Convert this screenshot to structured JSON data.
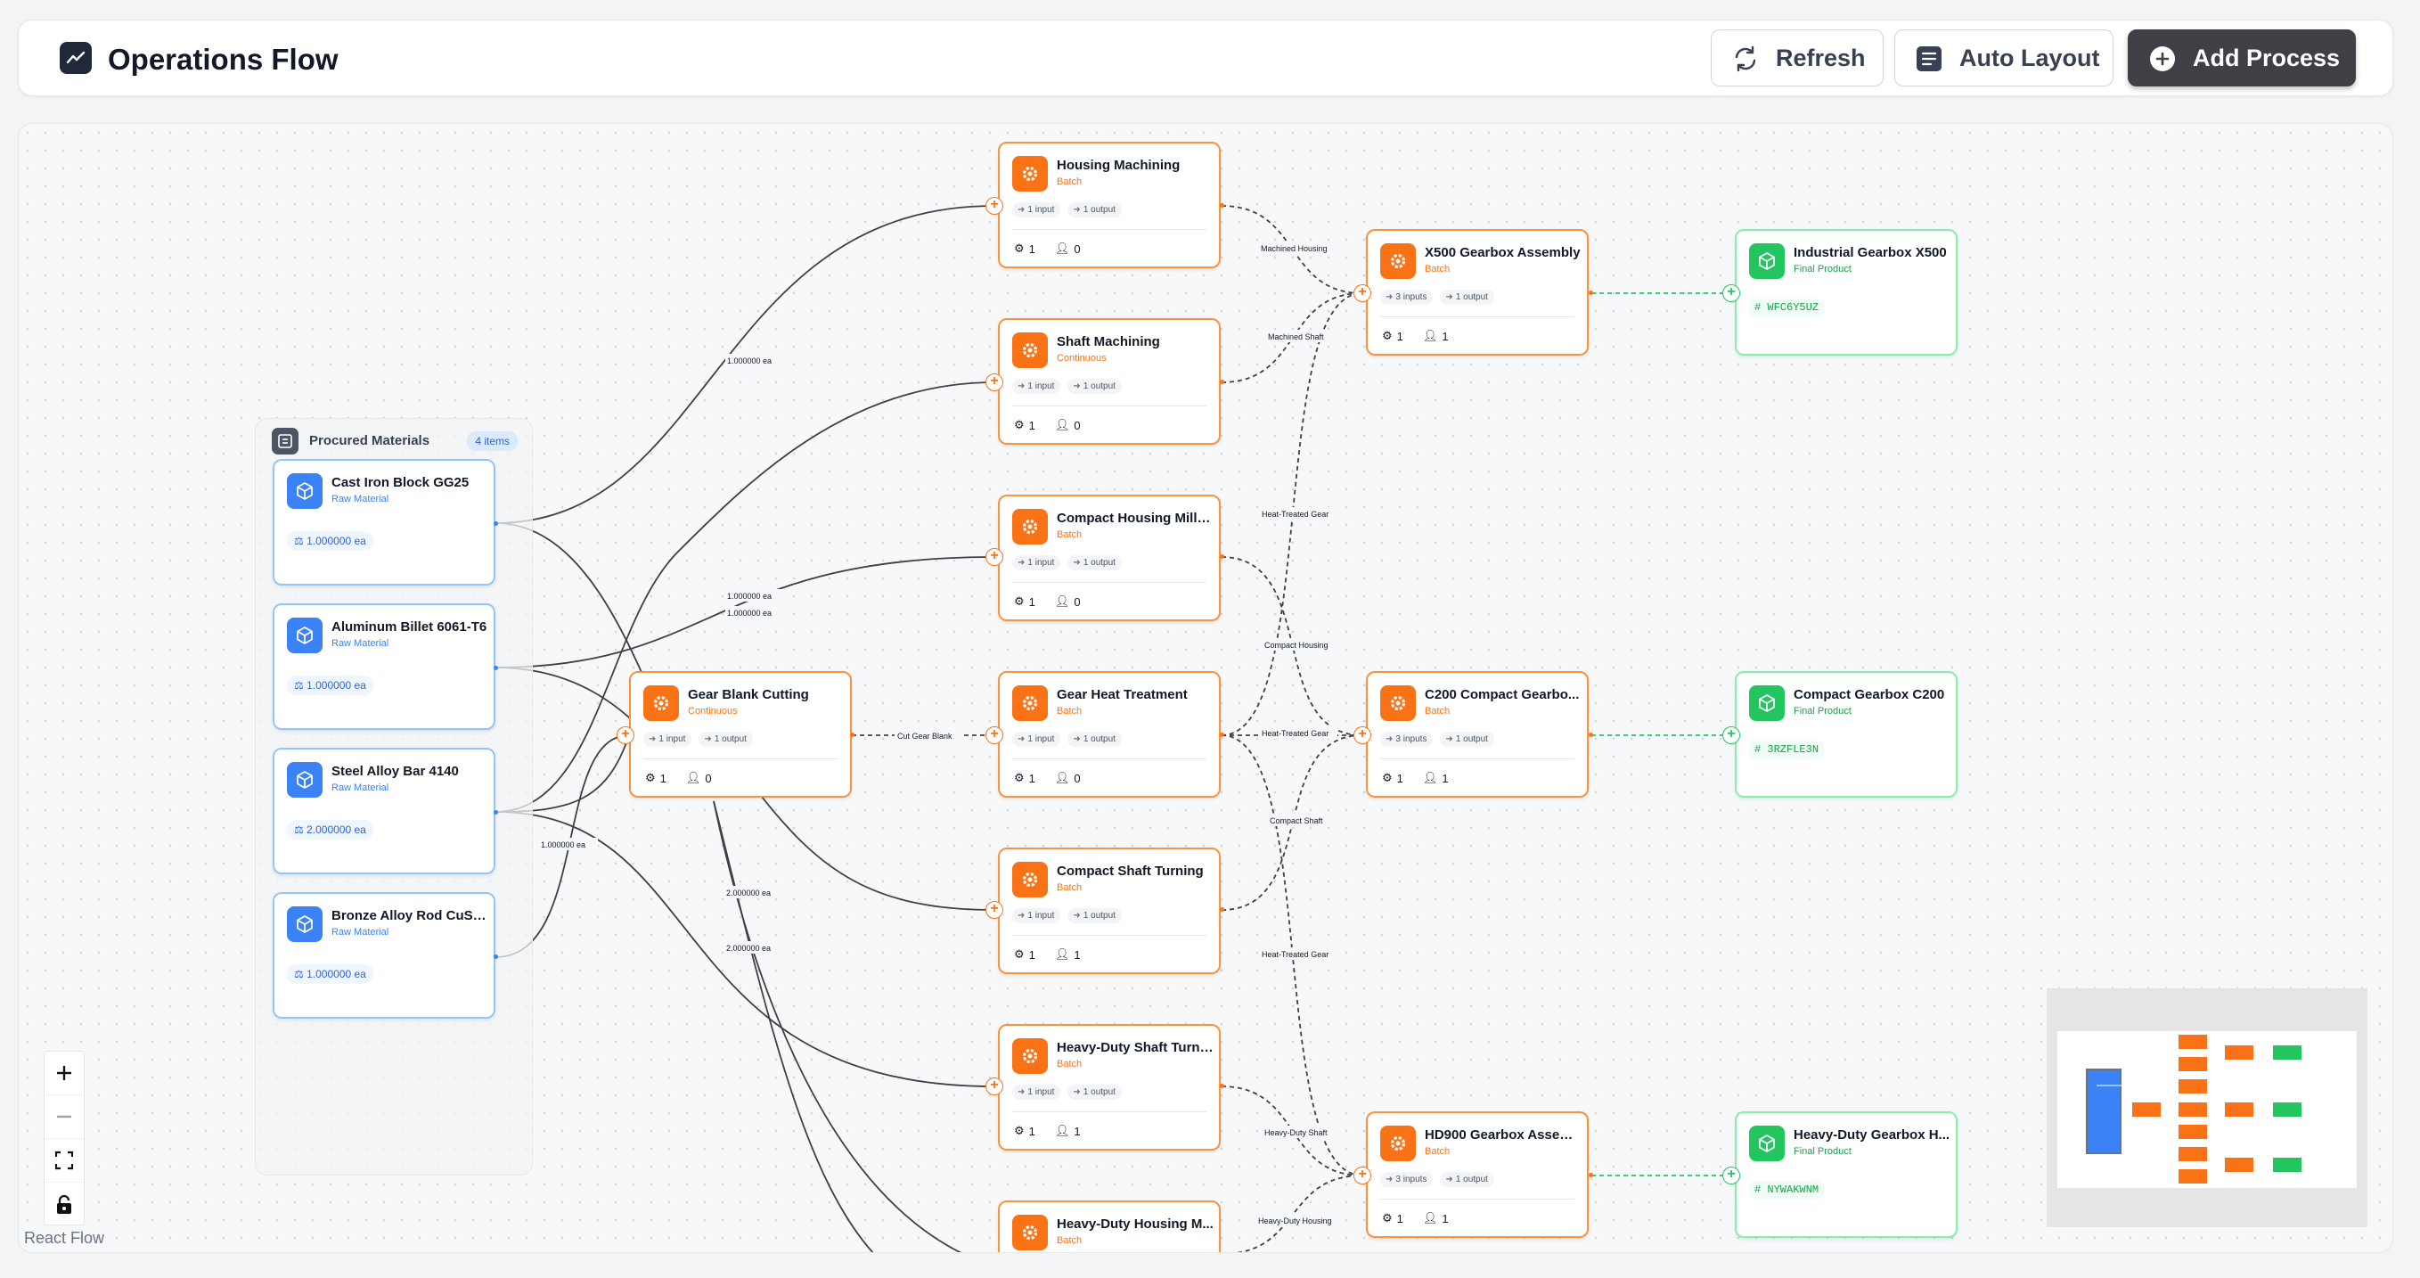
{
  "header": {
    "title": "Operations Flow",
    "refresh_label": "Refresh",
    "auto_layout_label": "Auto Layout",
    "add_process_label": "Add Process"
  },
  "colors": {
    "process": "#f97316",
    "material": "#3b82f6",
    "final": "#22c55e",
    "dark_button": "#3f3f46"
  },
  "group": {
    "title": "Procured Materials",
    "count": "4 items"
  },
  "materials": [
    {
      "name": "Cast Iron Block GG25",
      "type": "Raw Material",
      "qty": "1.000000 ea"
    },
    {
      "name": "Aluminum Billet 6061-T6",
      "type": "Raw Material",
      "qty": "1.000000 ea"
    },
    {
      "name": "Steel Alloy Bar 4140",
      "type": "Raw Material",
      "qty": "2.000000 ea"
    },
    {
      "name": "Bronze Alloy Rod CuSn8",
      "type": "Raw Material",
      "qty": "1.000000 ea"
    }
  ],
  "processes": [
    {
      "name": "Housing Machining",
      "mode": "Batch",
      "inputs": "1 input",
      "outputs": "1 output",
      "stat_a": "1",
      "stat_b": "0"
    },
    {
      "name": "Shaft Machining",
      "mode": "Continuous",
      "inputs": "1 input",
      "outputs": "1 output",
      "stat_a": "1",
      "stat_b": "0"
    },
    {
      "name": "Compact Housing Milling",
      "mode": "Batch",
      "inputs": "1 input",
      "outputs": "1 output",
      "stat_a": "1",
      "stat_b": "0"
    },
    {
      "name": "Gear Heat Treatment",
      "mode": "Batch",
      "inputs": "1 input",
      "outputs": "1 output",
      "stat_a": "1",
      "stat_b": "0"
    },
    {
      "name": "Compact Shaft Turning",
      "mode": "Batch",
      "inputs": "1 input",
      "outputs": "1 output",
      "stat_a": "1",
      "stat_b": "1"
    },
    {
      "name": "Heavy-Duty Shaft Turni...",
      "mode": "Batch",
      "inputs": "1 input",
      "outputs": "1 output",
      "stat_a": "1",
      "stat_b": "1"
    },
    {
      "name": "Heavy-Duty Housing M...",
      "mode": "Batch",
      "inputs": "",
      "outputs": "",
      "stat_a": "",
      "stat_b": ""
    },
    {
      "name": "Gear Blank Cutting",
      "mode": "Continuous",
      "inputs": "1 input",
      "outputs": "1 output",
      "stat_a": "1",
      "stat_b": "0"
    },
    {
      "name": "X500 Gearbox Assembly",
      "mode": "Batch",
      "inputs": "3 inputs",
      "outputs": "1 output",
      "stat_a": "1",
      "stat_b": "1"
    },
    {
      "name": "C200 Compact Gearbo...",
      "mode": "Batch",
      "inputs": "3 inputs",
      "outputs": "1 output",
      "stat_a": "1",
      "stat_b": "1"
    },
    {
      "name": "HD900 Gearbox Assem...",
      "mode": "Batch",
      "inputs": "3 inputs",
      "outputs": "1 output",
      "stat_a": "1",
      "stat_b": "1"
    }
  ],
  "finals": [
    {
      "name": "Industrial Gearbox X500",
      "type": "Final Product",
      "code": "WFC6Y5UZ"
    },
    {
      "name": "Compact Gearbox C200",
      "type": "Final Product",
      "code": "3RZFLE3N"
    },
    {
      "name": "Heavy-Duty Gearbox H...",
      "type": "Final Product",
      "code": "NYWAKWNM"
    }
  ],
  "edge_labels": {
    "cast_to_housing": "1.000000 ea",
    "alu_to_compact": "1.000000 ea",
    "alu_to_shaft": "1.000000 ea",
    "bronze_to_blank": "1.000000 ea",
    "steel_to_heavy_shaft": "2.000000 ea",
    "steel_to_heavy_housing": "2.000000 ea",
    "blank_to_heat": "Cut Gear Blank",
    "housing_to_x500": "Machined Housing",
    "shaft_to_x500": "Machined Shaft",
    "heat_to_x500": "Heat-Treated Gear",
    "compact_to_c200": "Compact Housing",
    "heat_to_c200": "Heat-Treated Gear",
    "cshaft_to_c200": "Compact Shaft",
    "heat_to_hd900": "Heat-Treated Gear",
    "hshaft_to_hd900": "Heavy-Duty Shaft",
    "hhousing_to_hd900": "Heavy-Duty Housing"
  },
  "attribution": "React Flow"
}
